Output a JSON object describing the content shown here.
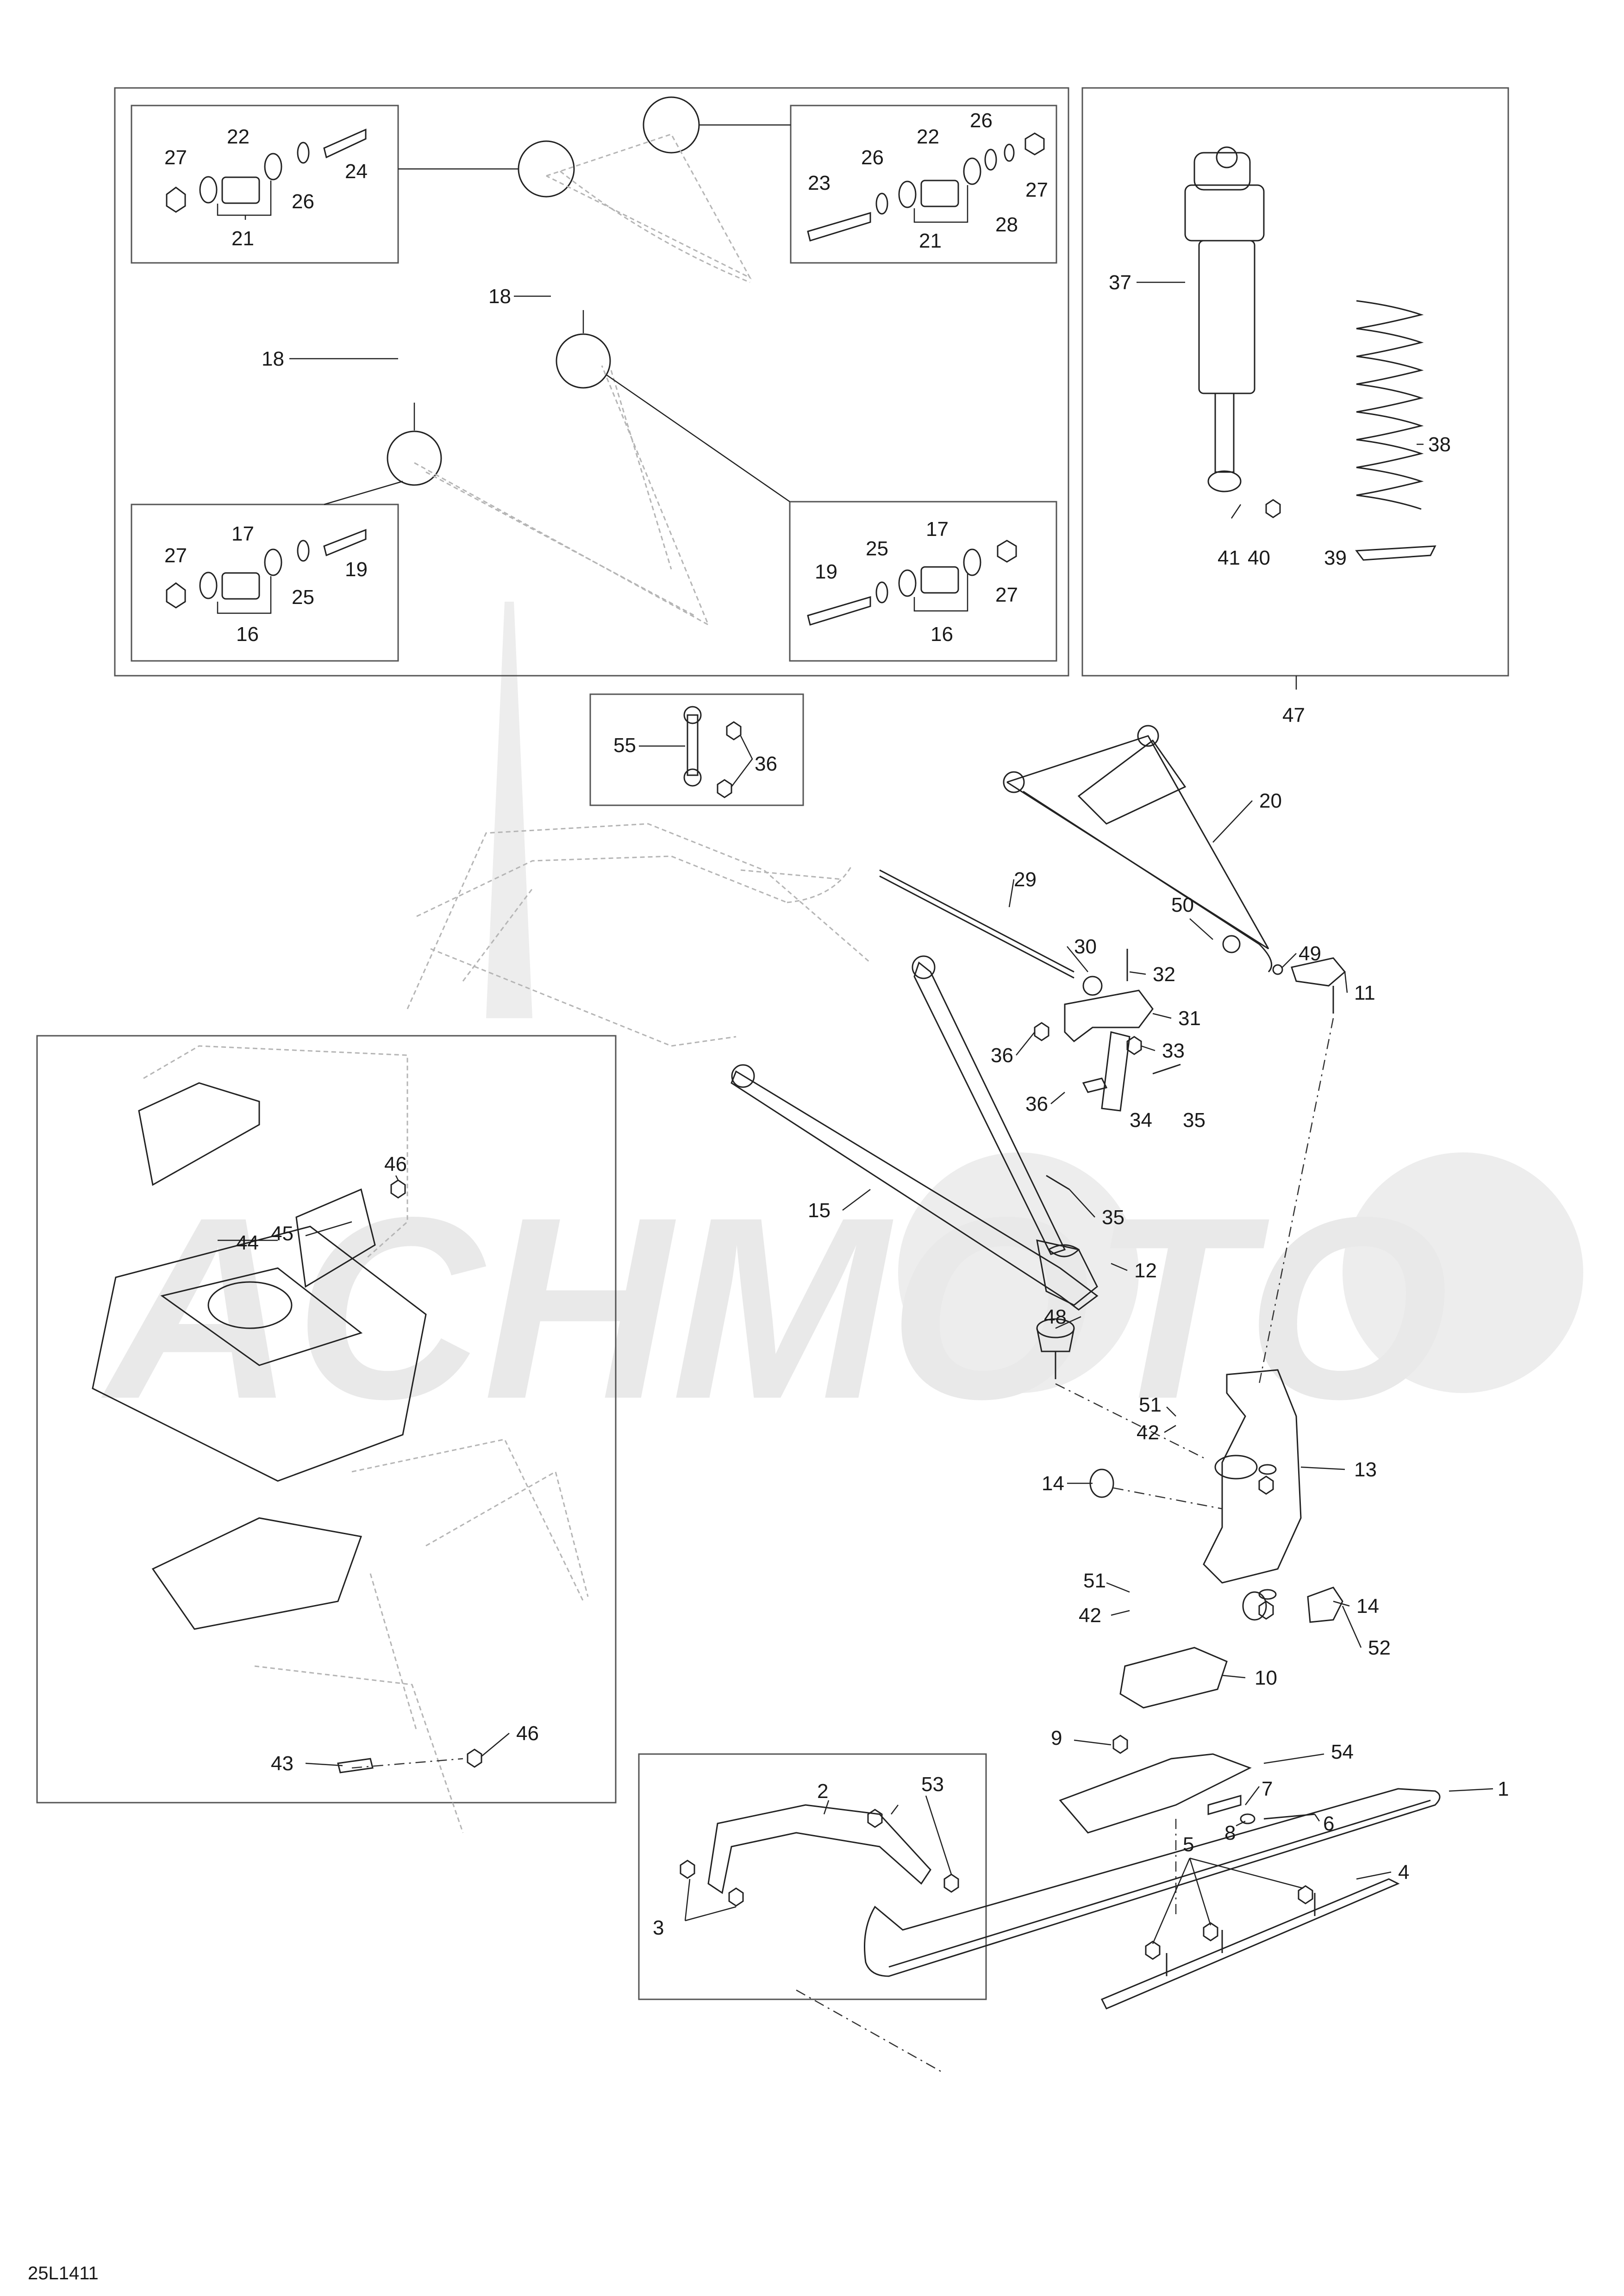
{
  "watermark": {
    "text": "ACHMOTO",
    "color": "#e9e9e9"
  },
  "diagram_code": "25L1411",
  "colors": {
    "line": "#222222",
    "frame": "#555555",
    "ghost": "#b5b5b5"
  },
  "callouts": {
    "c1": "1",
    "c2": "2",
    "c3": "3",
    "c4": "4",
    "c5": "5",
    "c6": "6",
    "c7": "7",
    "c8": "8",
    "c9": "9",
    "c10": "10",
    "c11": "11",
    "c12": "12",
    "c13": "13",
    "c14a": "14",
    "c14b": "14",
    "c15": "15",
    "c16a": "16",
    "c16b": "16",
    "c17a": "17",
    "c17b": "17",
    "c18a": "18",
    "c18b": "18",
    "c19a": "19",
    "c19b": "19",
    "c20": "20",
    "c21a": "21",
    "c21b": "21",
    "c22a": "22",
    "c22b": "22",
    "c23": "23",
    "c24": "24",
    "c25a": "25",
    "c25b": "25",
    "c26a": "26",
    "c26b": "26",
    "c26c": "26",
    "c27a": "27",
    "c27b": "27",
    "c27c": "27",
    "c27d": "27",
    "c28": "28",
    "c29": "29",
    "c30": "30",
    "c31": "31",
    "c32": "32",
    "c33": "33",
    "c34": "34",
    "c35a": "35",
    "c35b": "35",
    "c36a": "36",
    "c36b": "36",
    "c36c": "36",
    "c37": "37",
    "c38": "38",
    "c39": "39",
    "c40": "40",
    "c41": "41",
    "c42a": "42",
    "c42b": "42",
    "c43": "43",
    "c44": "44",
    "c45": "45",
    "c46a": "46",
    "c46b": "46",
    "c47": "47",
    "c48": "48",
    "c49": "49",
    "c50": "50",
    "c51a": "51",
    "c51b": "51",
    "c52": "52",
    "c53": "53",
    "c54": "54",
    "c55": "55"
  }
}
